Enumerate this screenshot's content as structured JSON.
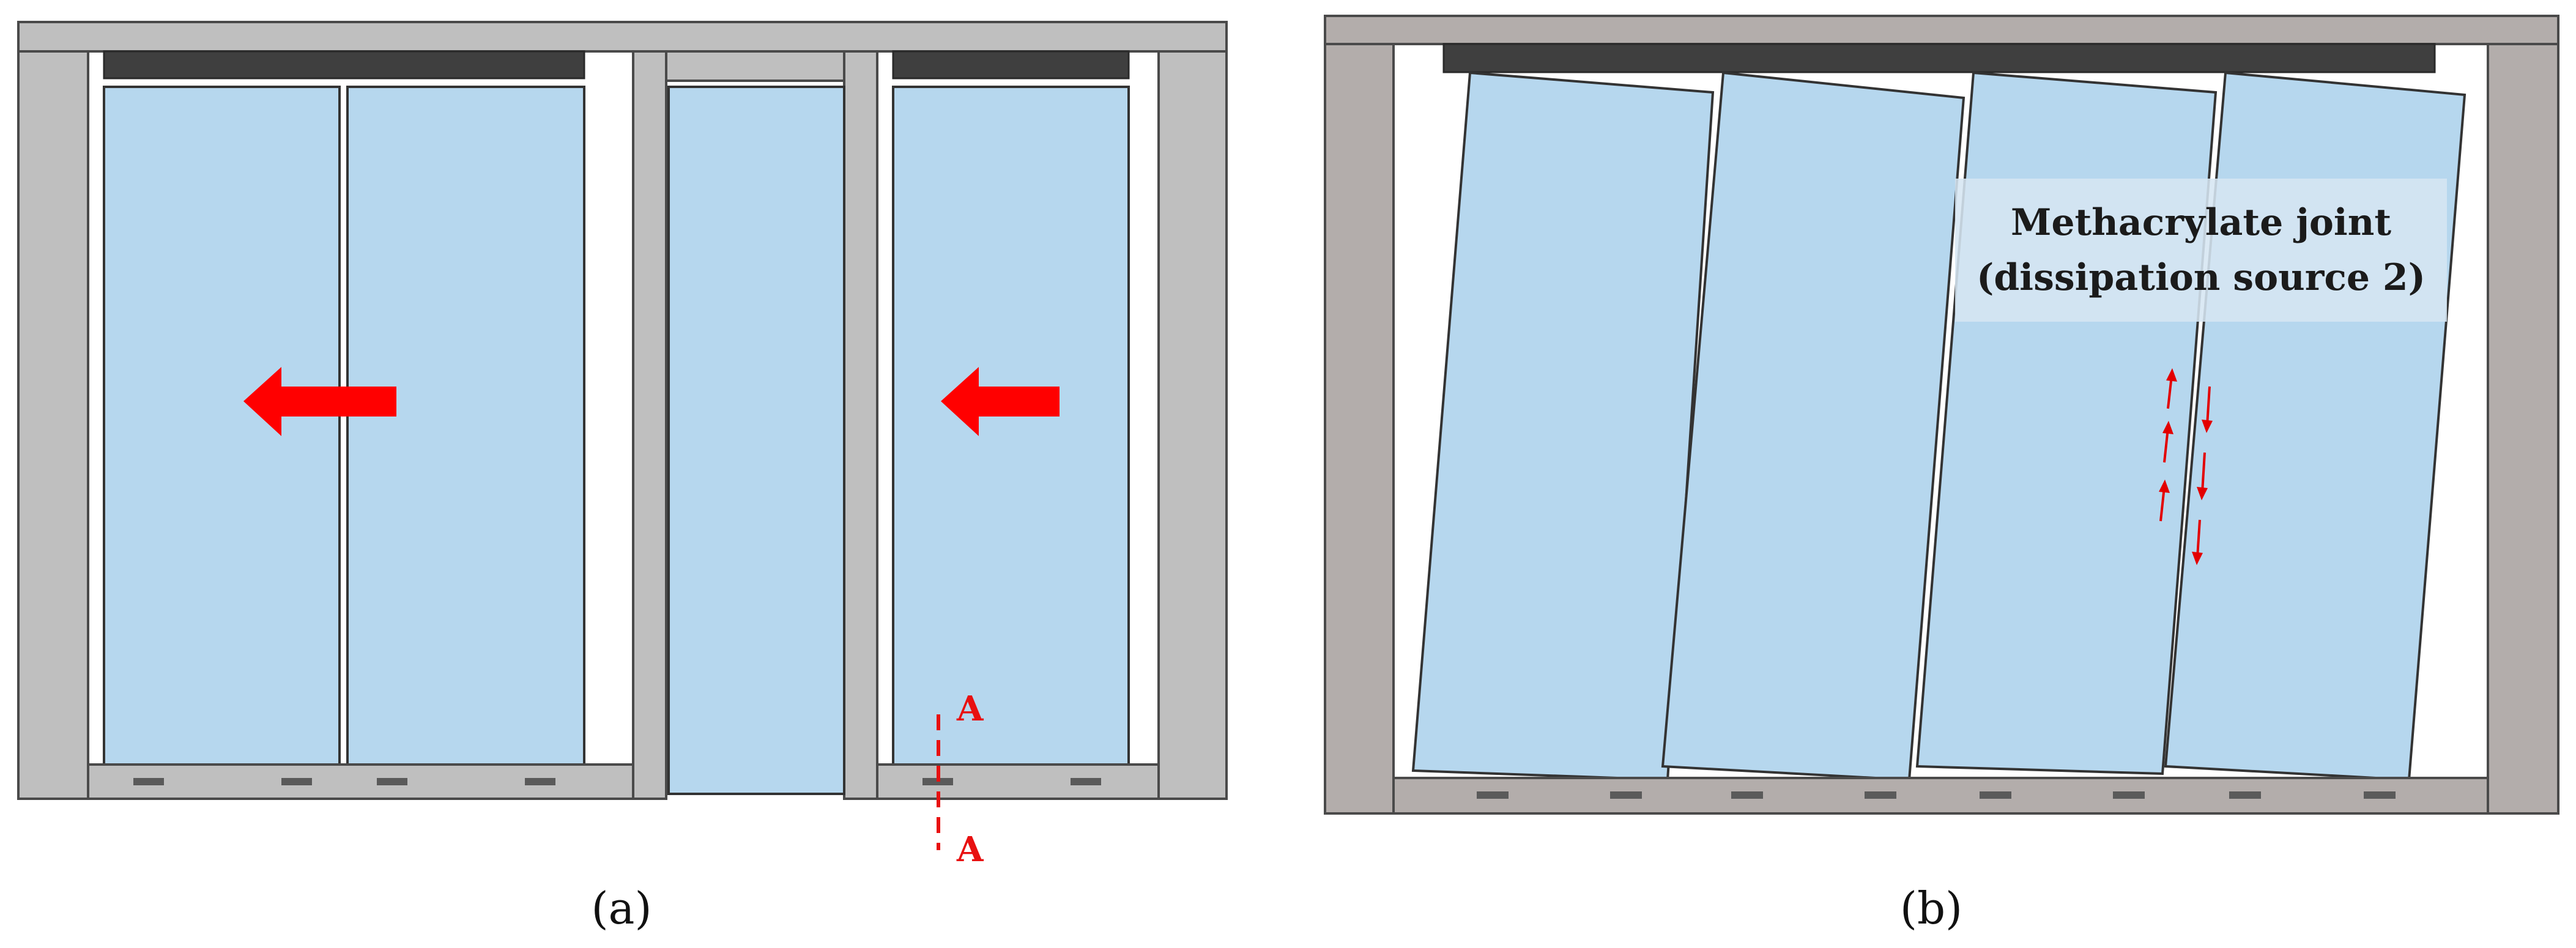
{
  "panel_a": {
    "caption": "(a)",
    "section_mark_top": "A",
    "section_mark_bottom": "A"
  },
  "panel_b": {
    "caption": "(b)",
    "callout_line1": "Methacrylate joint",
    "callout_line2": "(dissipation source 2)"
  },
  "colors": {
    "glass": "#b6d7ee",
    "frame": "#bfbfbf",
    "arrow": "#ff0000"
  }
}
